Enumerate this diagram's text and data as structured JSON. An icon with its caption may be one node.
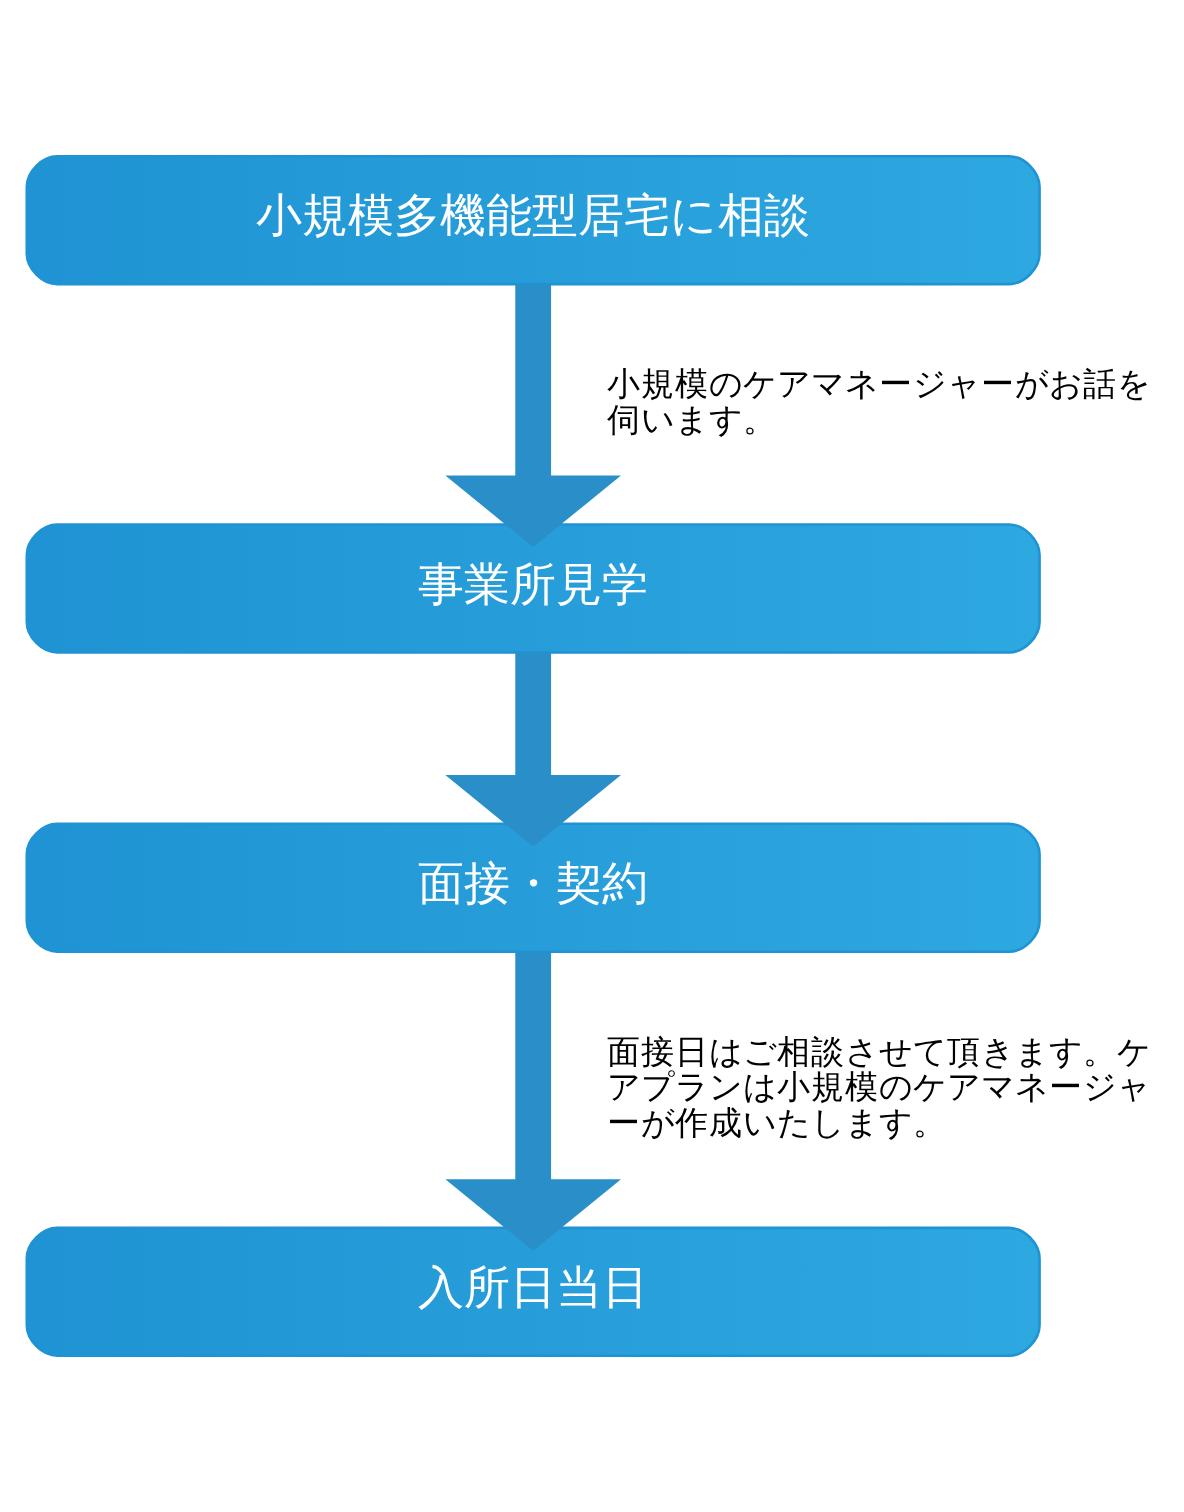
{
  "diagram": {
    "nodes": [
      {
        "text": [
          "小規模多機能型居宅に相談"
        ]
      },
      {
        "text": [
          "事業所見学"
        ]
      },
      {
        "text": [
          "面接・契約"
        ]
      },
      {
        "text": [
          "入所日当日"
        ]
      }
    ],
    "edges": [
      {
        "from": 0,
        "to": 1,
        "arrow": "to",
        "label": "小規模のケアマネージャーがお話を伺います。"
      },
      {
        "from": 1,
        "to": 2,
        "arrow": "to"
      },
      {
        "from": 2,
        "to": 3,
        "arrow": "to",
        "label": "面接日はご相談させて頂きます。ケアプランは小規模のケアマネージャーが作成いたします。"
      }
    ]
  }
}
